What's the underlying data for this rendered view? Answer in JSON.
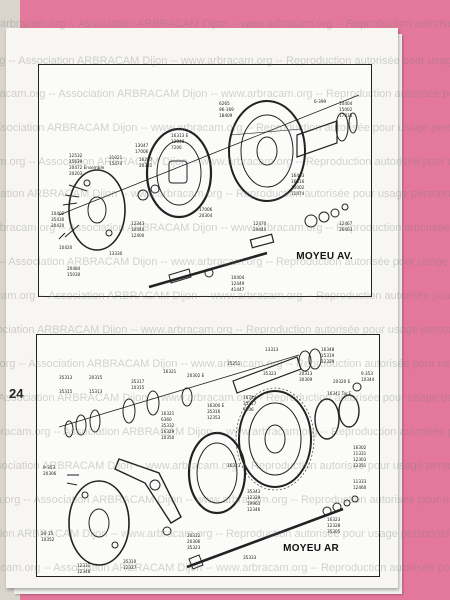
{
  "page_number": "24",
  "watermark": "arbracam.org -- Association ARBRACAM Dijon -- www.arbracam.org -- Reproduction autorisée pour usage personnel privé uniquement -- Reproduction autorisée pour usage personnel privé uniquement -- Reproduction autorisée pour usage personnel privé uniquement -- arbracam.org -- Association ARBRACAM Dijon",
  "figures": [
    {
      "caption": "MOYEU AV.",
      "part_numbers": [
        "6265",
        "96-169",
        "18409",
        "6-399",
        "10404",
        "15002",
        "17035",
        "13047",
        "17006",
        "12532",
        "15639",
        "20472 Ensemble",
        "20203",
        "31021",
        "15474",
        "16267",
        "20351",
        "16313 E",
        "12848",
        "7206",
        "17006",
        "20304",
        "16403",
        "16316",
        "15002",
        "11474",
        "10402",
        "35430",
        "20420",
        "12343",
        "10440",
        "12400",
        "20484",
        "15030",
        "10420",
        "12470",
        "29444",
        "12467",
        "26403",
        "13330",
        "10404",
        "12449",
        "41447"
      ]
    },
    {
      "caption": "MOYEU AR",
      "part_numbers": [
        "13313",
        "35251",
        "16348",
        "15319",
        "12329",
        "35323",
        "20313",
        "30309",
        "35313",
        "20315",
        "16321",
        "20302 E",
        "35317",
        "10315",
        "20320 E",
        "16341 Tar.E",
        "9.353",
        "10344",
        "35315",
        "15313",
        "16300 E",
        "35316",
        "12353",
        "16744",
        "35317",
        "7206",
        "16321",
        "6360",
        "35332",
        "16329",
        "10350",
        "16323",
        "35343",
        "12329",
        "19963",
        "12346",
        "16302",
        "11331",
        "12303",
        "12351",
        "9-353",
        "20306",
        "11333",
        "12460",
        "16323",
        "12328",
        "35305",
        "20312",
        "20306",
        "35323",
        "20-15",
        "10352",
        "35310",
        "12327",
        "12331",
        "12348",
        "35333"
      ]
    }
  ]
}
